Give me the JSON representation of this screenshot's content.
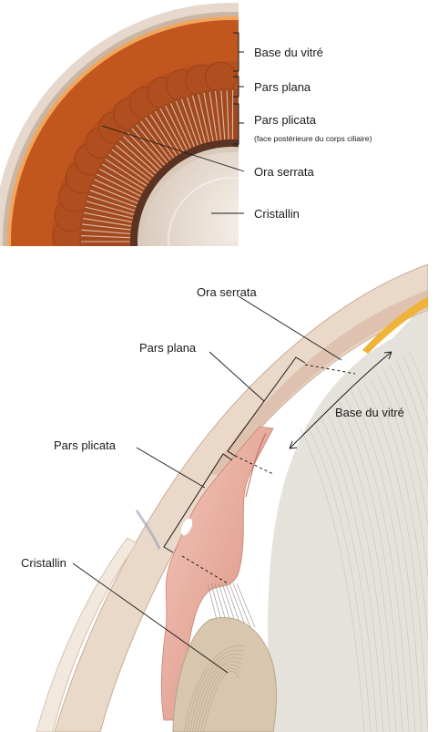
{
  "figure_top": {
    "labels": {
      "base_vitre": "Base du vitré",
      "pars_plana": "Pars plana",
      "pars_plicata": "Pars plicata",
      "pars_plicata_note": "(face postérieure du corps ciliaire)",
      "ora_serrata": "Ora serrata",
      "cristallin": "Cristallin"
    }
  },
  "figure_bottom": {
    "labels": {
      "ora_serrata": "Ora serrata",
      "pars_plana": "Pars plana",
      "base_vitre": "Base du vitré",
      "pars_plicata": "Pars plicata",
      "cristallin": "Cristallin"
    }
  },
  "colors": {
    "choroid_orange": "#c2561f",
    "sclera_beige": "#e9d6c2",
    "ciliary_pink": "#e3a396",
    "vitreous_grey": "#e5e2db",
    "lens_tan": "#d8c6ae",
    "retina_yellow": "#f0b33a"
  }
}
